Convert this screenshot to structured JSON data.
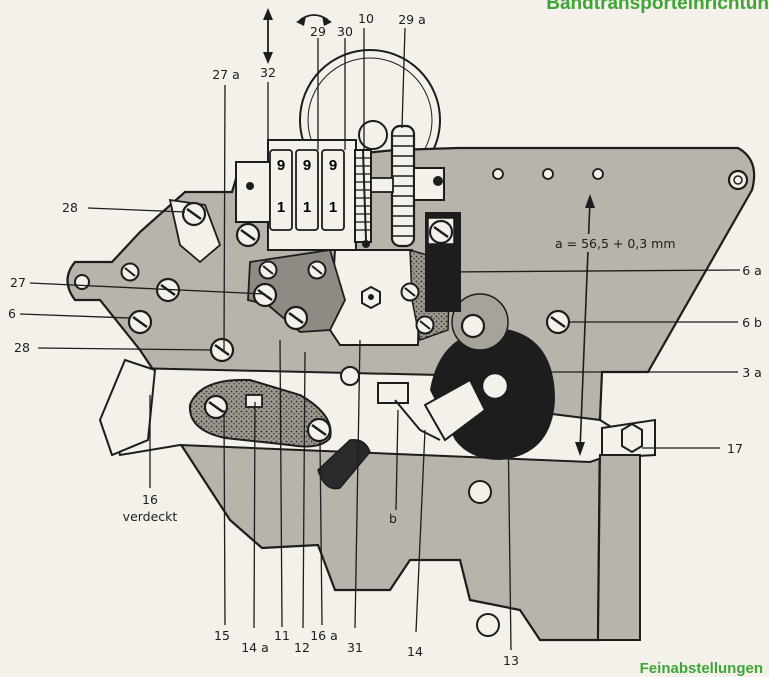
{
  "header": {
    "title": "Bandtransporteinrichtun"
  },
  "footer": {
    "title": "Feinabstellungen"
  },
  "dimension": {
    "text": "a = 56,5 + 0,3 mm"
  },
  "counter": {
    "digits": [
      "9",
      "9",
      "9",
      "1",
      "1",
      "1"
    ]
  },
  "labels": {
    "l_32": "32",
    "l_29": "29",
    "l_30": "30",
    "l_10": "10",
    "l_29a": "29 a",
    "l_27a": "27 a",
    "l_28_top": "28",
    "l_27": "27",
    "l_6": "6",
    "l_28_mid": "28",
    "l_6a": "6 a",
    "l_6b": "6 b",
    "l_3a": "3 a",
    "l_17": "17",
    "l_16": "16",
    "l_verdeckt": "verdeckt",
    "l_b": "b",
    "l_15": "15",
    "l_14a": "14 a",
    "l_11": "11",
    "l_12": "12",
    "l_16a": "16 a",
    "l_31": "31",
    "l_14": "14",
    "l_13": "13"
  },
  "colors": {
    "plate": "#b8b3ab",
    "plate_dark": "#8f8a83",
    "ink": "#1d1d1d",
    "accent": "#3fa535",
    "paper": "#f3f1ea"
  }
}
